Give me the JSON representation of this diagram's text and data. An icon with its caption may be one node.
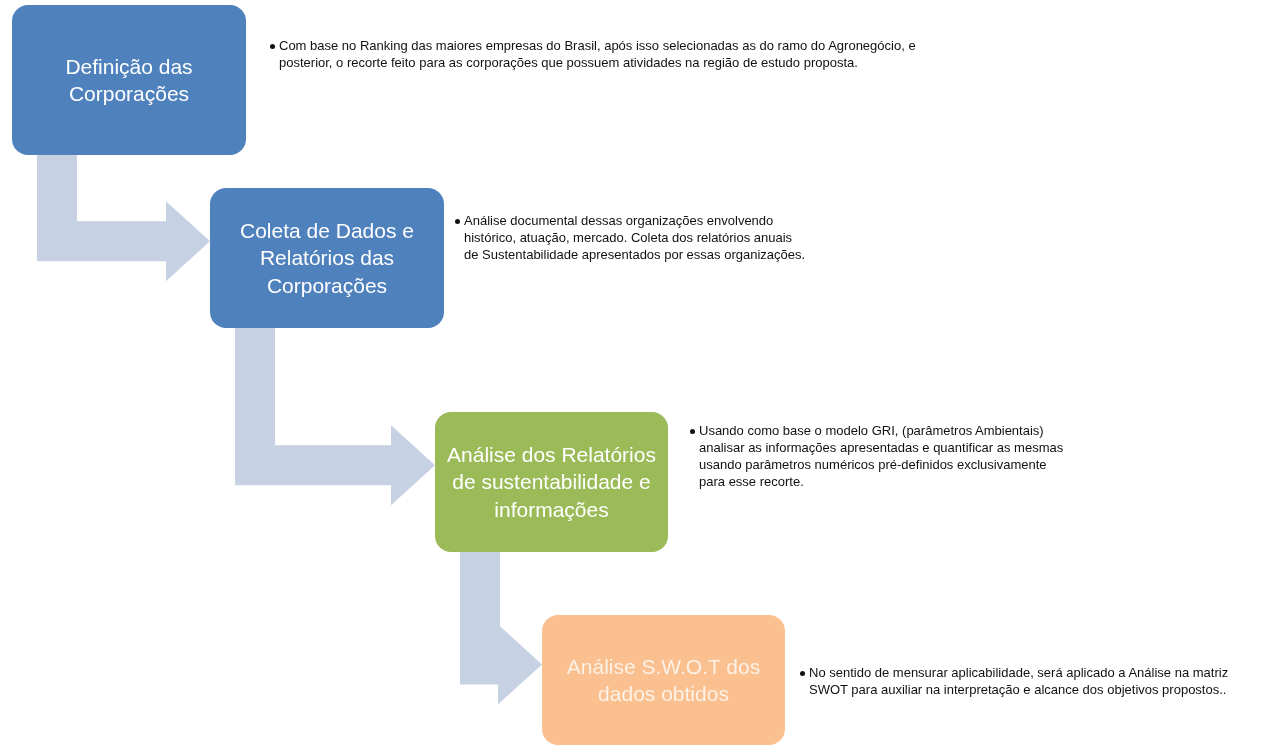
{
  "diagram": {
    "nodes": [
      {
        "text": [
          "Definição das Corporações"
        ],
        "beside": [
          "Com base no Ranking das maiores empresas do Brasil, após isso selecionadas as do ramo do Agronegócio, e posterior, o recorte feito para as corporações que possuem atividades na região de estudo proposta."
        ]
      },
      {
        "text": [
          "Coleta de Dados e Relatórios das Corporações"
        ],
        "beside": [
          "Análise documental dessas organizações envolvendo histórico, atuação, mercado. Coleta dos relatórios anuais de Sustentabilidade apresentados por essas organizações."
        ]
      },
      {
        "text": [
          "Análise dos Relatórios de sustentabilidade e informações"
        ],
        "beside": [
          "Usando como base o modelo GRI, (parâmetros Ambientais)  analisar as informações apresentadas e quantificar as mesmas usando parâmetros numéricos pré-definidos exclusivamente para esse  recorte."
        ]
      },
      {
        "text": [
          "Análise S.W.O.T dos dados obtidos"
        ],
        "beside": [
          "No sentido de mensurar aplicabilidade, será aplicado a Análise na matriz SWOT  para auxiliar na interpretação e alcance dos objetivos propostos.."
        ]
      }
    ],
    "edges": [
      {
        "from": 0,
        "to": 1,
        "arrow": "to"
      },
      {
        "from": 1,
        "to": 2,
        "arrow": "to"
      },
      {
        "from": 2,
        "to": 3,
        "arrow": "to"
      }
    ]
  }
}
